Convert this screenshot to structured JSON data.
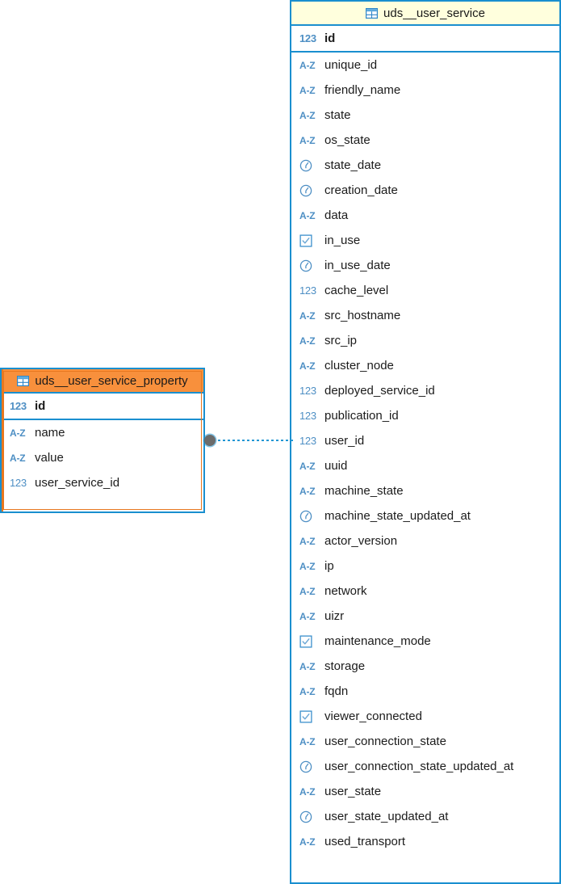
{
  "diagram": {
    "type": "database-er-diagram",
    "colors": {
      "border_blue": "#1a8fcf",
      "header_yellow": "#ffffdd",
      "header_orange": "#f8903c",
      "selection_orange": "#e8781f",
      "type_icon_blue": "#4e8fc4",
      "relation_line_blue": "#2196d4",
      "relation_dot_gray": "#6b6b6b"
    },
    "relationship": {
      "from_table": "uds__user_service_property",
      "from_column": "user_service_id",
      "to_table": "uds__user_service",
      "to_column": "id",
      "line_style": "dotted",
      "endpoint_marker": "filled-circle"
    }
  },
  "tables": [
    {
      "name": "uds__user_service_property",
      "icon": "table-icon",
      "header_accent": "orange",
      "selected": true,
      "primary_keys": [
        {
          "icon": "number-icon",
          "type_label": "123",
          "name": "id"
        }
      ],
      "fields": [
        {
          "icon": "text-icon",
          "type_label": "A-Z",
          "name": "name"
        },
        {
          "icon": "text-icon",
          "type_label": "A-Z",
          "name": "value"
        },
        {
          "icon": "number-icon",
          "type_label": "123",
          "name": "user_service_id"
        }
      ]
    },
    {
      "name": "uds__user_service",
      "icon": "table-icon",
      "header_accent": "yellow",
      "selected": false,
      "primary_keys": [
        {
          "icon": "number-icon",
          "type_label": "123",
          "name": "id"
        }
      ],
      "fields": [
        {
          "icon": "text-icon",
          "type_label": "A-Z",
          "name": "unique_id"
        },
        {
          "icon": "text-icon",
          "type_label": "A-Z",
          "name": "friendly_name"
        },
        {
          "icon": "text-icon",
          "type_label": "A-Z",
          "name": "state"
        },
        {
          "icon": "text-icon",
          "type_label": "A-Z",
          "name": "os_state"
        },
        {
          "icon": "datetime-icon",
          "type_label": "clock",
          "name": "state_date"
        },
        {
          "icon": "datetime-icon",
          "type_label": "clock",
          "name": "creation_date"
        },
        {
          "icon": "text-icon",
          "type_label": "A-Z",
          "name": "data"
        },
        {
          "icon": "boolean-icon",
          "type_label": "check",
          "name": "in_use"
        },
        {
          "icon": "datetime-icon",
          "type_label": "clock",
          "name": "in_use_date"
        },
        {
          "icon": "number-icon",
          "type_label": "123",
          "name": "cache_level"
        },
        {
          "icon": "text-icon",
          "type_label": "A-Z",
          "name": "src_hostname"
        },
        {
          "icon": "text-icon",
          "type_label": "A-Z",
          "name": "src_ip"
        },
        {
          "icon": "text-icon",
          "type_label": "A-Z",
          "name": "cluster_node"
        },
        {
          "icon": "number-icon",
          "type_label": "123",
          "name": "deployed_service_id"
        },
        {
          "icon": "number-icon",
          "type_label": "123",
          "name": "publication_id"
        },
        {
          "icon": "number-icon",
          "type_label": "123",
          "name": "user_id"
        },
        {
          "icon": "text-icon",
          "type_label": "A-Z",
          "name": "uuid"
        },
        {
          "icon": "text-icon",
          "type_label": "A-Z",
          "name": "machine_state"
        },
        {
          "icon": "datetime-icon",
          "type_label": "clock",
          "name": "machine_state_updated_at"
        },
        {
          "icon": "text-icon",
          "type_label": "A-Z",
          "name": "actor_version"
        },
        {
          "icon": "text-icon",
          "type_label": "A-Z",
          "name": "ip"
        },
        {
          "icon": "text-icon",
          "type_label": "A-Z",
          "name": "network"
        },
        {
          "icon": "text-icon",
          "type_label": "A-Z",
          "name": "uizr"
        },
        {
          "icon": "boolean-icon",
          "type_label": "check",
          "name": "maintenance_mode"
        },
        {
          "icon": "text-icon",
          "type_label": "A-Z",
          "name": "storage"
        },
        {
          "icon": "text-icon",
          "type_label": "A-Z",
          "name": "fqdn"
        },
        {
          "icon": "boolean-icon",
          "type_label": "check",
          "name": "viewer_connected"
        },
        {
          "icon": "text-icon",
          "type_label": "A-Z",
          "name": "user_connection_state"
        },
        {
          "icon": "datetime-icon",
          "type_label": "clock",
          "name": "user_connection_state_updated_at"
        },
        {
          "icon": "text-icon",
          "type_label": "A-Z",
          "name": "user_state"
        },
        {
          "icon": "datetime-icon",
          "type_label": "clock",
          "name": "user_state_updated_at"
        },
        {
          "icon": "text-icon",
          "type_label": "A-Z",
          "name": "used_transport"
        }
      ]
    }
  ]
}
